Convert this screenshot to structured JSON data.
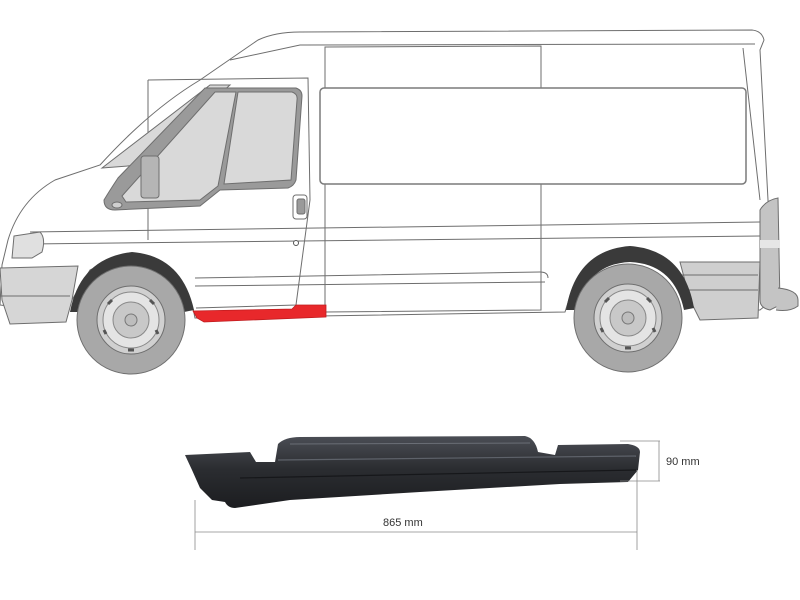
{
  "illustration": {
    "subject": "van-side-view",
    "highlighted_part": "front-left-sill-panel",
    "highlight_color": "#e8282b",
    "body_color": "#ffffff",
    "outline_color": "#6e6e6e",
    "glass_color": "#d9d9d9",
    "tyre_color": "#a8a8a8",
    "arch_color": "#3a3a3a",
    "bumper_color": "#d6d6d6"
  },
  "part_photo": {
    "part_color": "#2b2d31",
    "dimensions": {
      "height_label": "90 mm",
      "length_label": "865 mm"
    }
  }
}
